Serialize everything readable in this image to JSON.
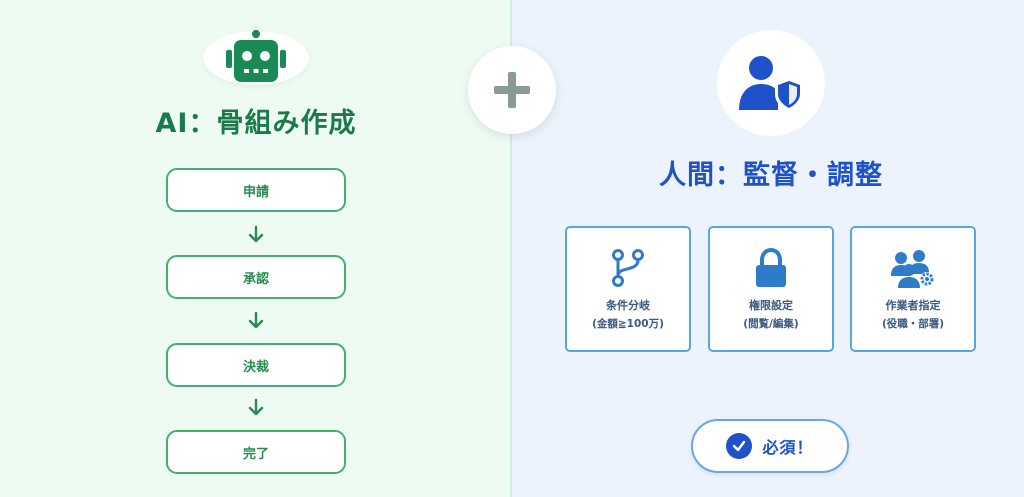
{
  "left": {
    "title": "AI：骨組み作成",
    "steps": [
      "申請",
      "承認",
      "決裁",
      "完了"
    ]
  },
  "right": {
    "title": "人間：監督・調整",
    "cards": [
      {
        "icon": "branch-icon",
        "line1": "条件分岐",
        "line2": "(金額≧100万)"
      },
      {
        "icon": "lock-icon",
        "line1": "権限設定",
        "line2": "(閲覧/編集)"
      },
      {
        "icon": "users-gear-icon",
        "line1": "作業者指定",
        "line2": "(役職・部署)"
      }
    ],
    "badge": "必須！"
  },
  "colors": {
    "green": "#1a7a4a",
    "green_border": "#45b06e",
    "blue": "#1f52c9",
    "blue_border": "#58a6e0",
    "plus_gray": "#8a9a96"
  }
}
